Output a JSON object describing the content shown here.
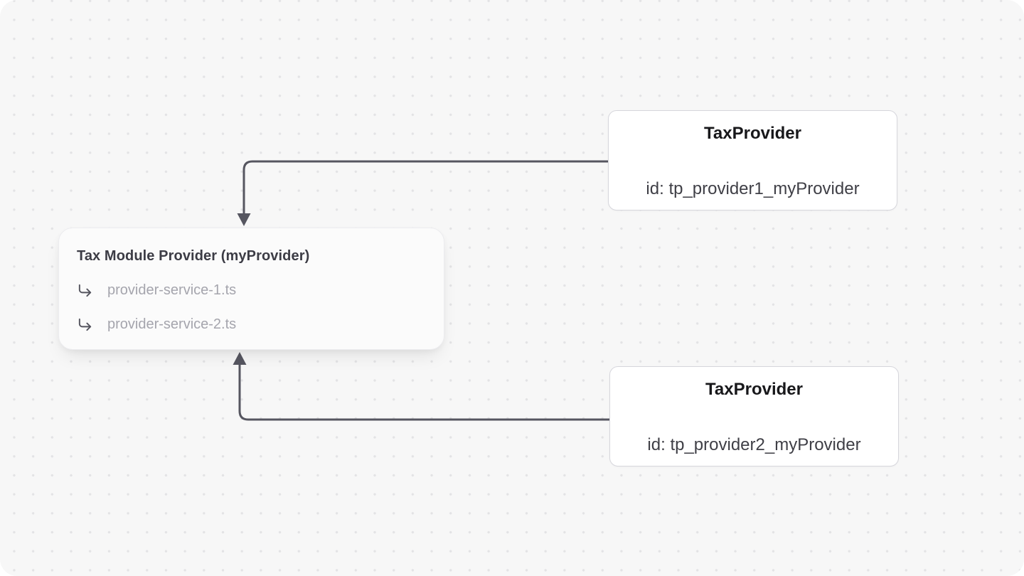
{
  "canvas": {
    "description": "workflow-diagram-canvas",
    "colors": {
      "canvas_bg": "#f7f7f7",
      "dot": "#e3e3e5",
      "edge": "#565660",
      "node_border": "#d6d6dc",
      "node_bg": "#ffffff",
      "module_bg": "#fbfbfb",
      "title_text": "#18181b",
      "id_text": "#3f3f46",
      "module_title_text": "#3c3c45",
      "service_text": "#a5a5ad"
    }
  },
  "nodes": {
    "provider1": {
      "title": "TaxProvider",
      "id_label": "id: tp_provider1_myProvider"
    },
    "provider2": {
      "title": "TaxProvider",
      "id_label": "id: tp_provider2_myProvider"
    },
    "module": {
      "title": "Tax Module Provider (myProvider)",
      "services": [
        {
          "icon": "corner-down-right-icon",
          "label": "provider-service-1.ts"
        },
        {
          "icon": "corner-down-right-icon",
          "label": "provider-service-2.ts"
        }
      ]
    }
  },
  "edges": [
    {
      "from": "provider1",
      "to": "module",
      "direction": "down"
    },
    {
      "from": "provider2",
      "to": "module",
      "direction": "up"
    }
  ]
}
